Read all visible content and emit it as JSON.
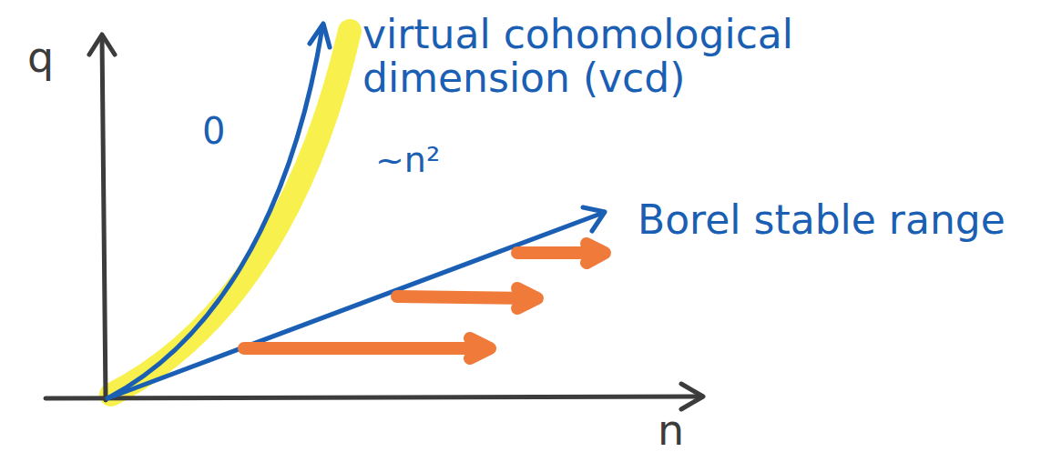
{
  "diagram": {
    "labels": [
      "q",
      "n",
      "0",
      "virtual cohomological dimension (vcd)",
      "~n²",
      "Borel stable range"
    ]
  }
}
